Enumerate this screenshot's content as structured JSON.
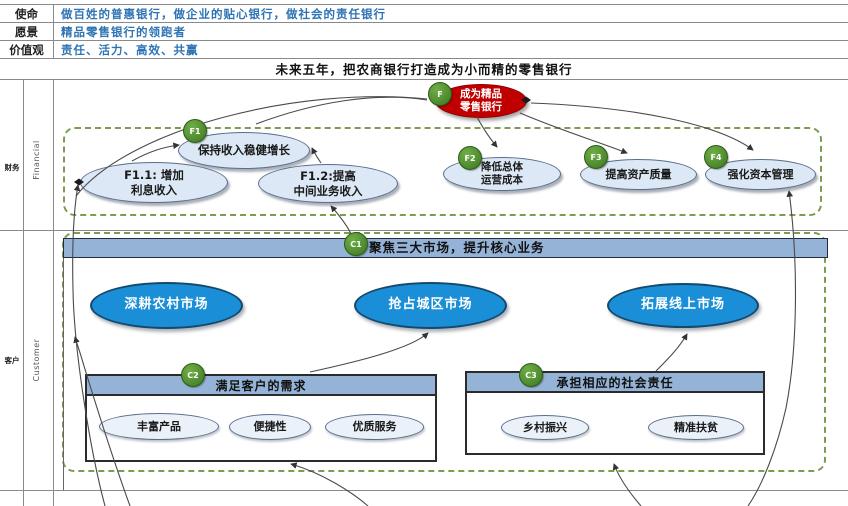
{
  "header": {
    "rows": [
      {
        "label": "使命",
        "content": "做百姓的普惠银行，做企业的贴心银行，做社会的责任银行"
      },
      {
        "label": "愿景",
        "content": "精品零售银行的领跑者"
      },
      {
        "label": "价值观",
        "content": "责任、活力、高效、共赢"
      }
    ],
    "vision_line": "未来五年，把农商银行打造成为小而精的零售银行"
  },
  "perspectives": {
    "financial": {
      "label_cn": "财务",
      "label_en": "Financial"
    },
    "customer": {
      "label_cn": "客户",
      "label_en": "Customer"
    }
  },
  "nodes": {
    "goal": {
      "badge": "F",
      "label": "成为精品\n零售银行"
    },
    "f1": {
      "badge": "F1",
      "label": "保持收入稳健增长"
    },
    "f1_1": {
      "label": "F1.1: 增加\n利息收入"
    },
    "f1_2": {
      "label": "F1.2:提高\n中间业务收入"
    },
    "f2": {
      "badge": "F2",
      "label": "降低总体\n运营成本"
    },
    "f3": {
      "badge": "F3",
      "label": "提高资产质量"
    },
    "f4": {
      "badge": "F4",
      "label": "强化资本管理"
    },
    "c1": {
      "badge": "C1",
      "label": "聚焦三大市场，提升核心业务"
    },
    "market_rural": {
      "label": "深耕农村市场"
    },
    "market_urban": {
      "label": "抢占城区市场"
    },
    "market_online": {
      "label": "拓展线上市场"
    },
    "c2": {
      "badge": "C2",
      "label": "满足客户的需求",
      "items": [
        "丰富产品",
        "便捷性",
        "优质服务"
      ]
    },
    "c3": {
      "badge": "C3",
      "label": "承担相应的社会责任",
      "items": [
        "乡村振兴",
        "精准扶贫"
      ]
    }
  },
  "colors": {
    "header_text_blue": "#2e74b5",
    "bar_blue": "#95b3d7",
    "node_light_fill": "#dce8f5",
    "market_blue": "#1a8ed6",
    "goal_red": "#c00000",
    "badge_green": "#4e8b2f",
    "dashed_green": "#7d9c52"
  }
}
